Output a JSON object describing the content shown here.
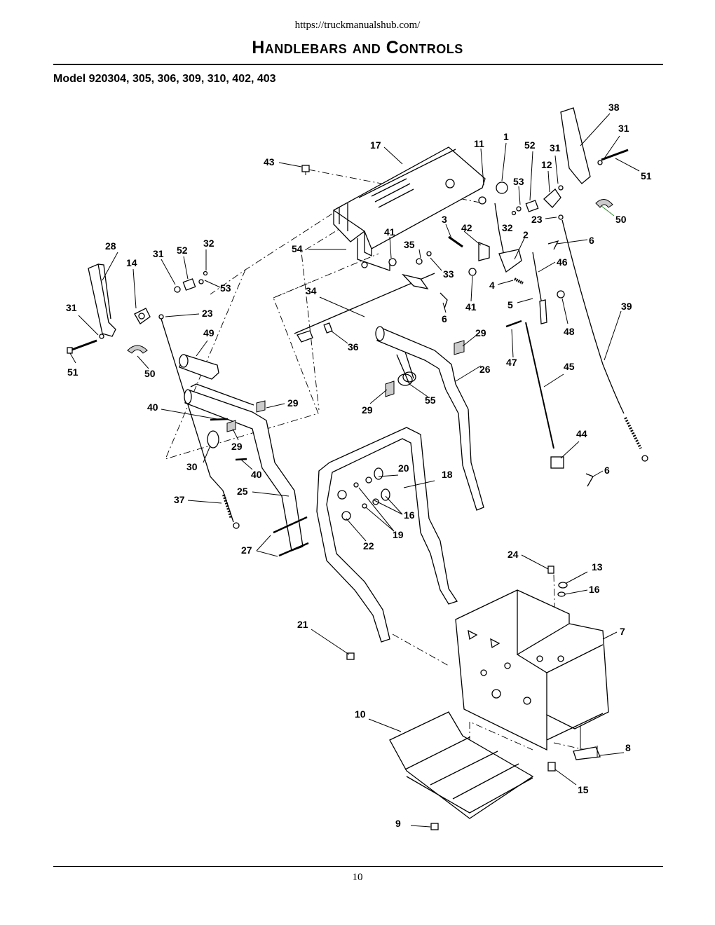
{
  "header": {
    "url": "https://truckmanualshub.com/",
    "title": "Handlebars and Controls"
  },
  "subtitle": "Model 920304, 305, 306, 309, 310, 402, 403",
  "page_number": "10",
  "callouts": {
    "c1": "1",
    "c2": "2",
    "c3": "3",
    "c4": "4",
    "c5": "5",
    "c6a": "6",
    "c6b": "6",
    "c6c": "6",
    "c7": "7",
    "c8": "8",
    "c9": "9",
    "c10": "10",
    "c11": "11",
    "c12": "12",
    "c13": "13",
    "c14": "14",
    "c15": "15",
    "c16a": "16",
    "c16b": "16",
    "c17": "17",
    "c18": "18",
    "c19": "19",
    "c20": "20",
    "c21": "21",
    "c22": "22",
    "c23a": "23",
    "c23b": "23",
    "c24": "24",
    "c25": "25",
    "c26": "26",
    "c27": "27",
    "c28": "28",
    "c29a": "29",
    "c29b": "29",
    "c29c": "29",
    "c29d": "29",
    "c30": "30",
    "c31a": "31",
    "c31b": "31",
    "c31c": "31",
    "c31d": "31",
    "c32a": "32",
    "c32b": "32",
    "c33": "33",
    "c34": "34",
    "c35": "35",
    "c36": "36",
    "c37": "37",
    "c38": "38",
    "c39": "39",
    "c40a": "40",
    "c40b": "40",
    "c41a": "41",
    "c41b": "41",
    "c42": "42",
    "c43": "43",
    "c44": "44",
    "c45": "45",
    "c46": "46",
    "c47": "47",
    "c48": "48",
    "c49": "49",
    "c50a": "50",
    "c50b": "50",
    "c51a": "51",
    "c51b": "51",
    "c52a": "52",
    "c52b": "52",
    "c53a": "53",
    "c53b": "53",
    "c54": "54",
    "c55": "55"
  },
  "colors": {
    "line": "#000000",
    "leader_highlight": "#2a8a2a"
  }
}
